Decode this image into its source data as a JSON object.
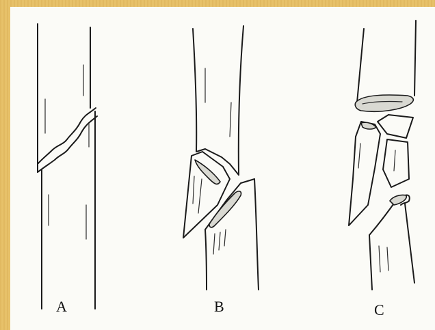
{
  "figure": {
    "labels": [
      "A",
      "B",
      "C"
    ]
  }
}
